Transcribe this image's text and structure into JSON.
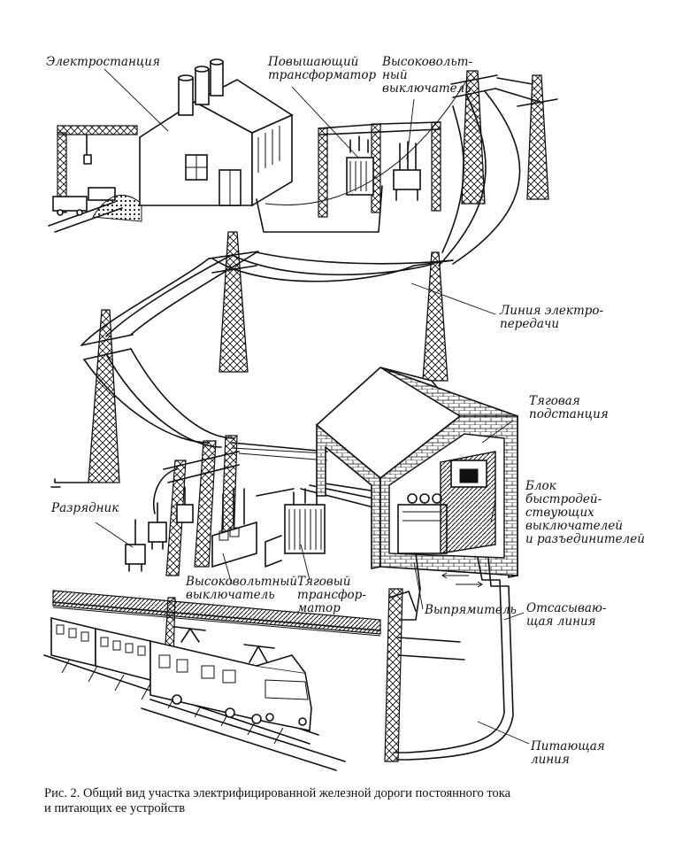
{
  "labels": {
    "power_plant": "Электростанция",
    "step_up_transformer": "Повышающий\nтрансформатор",
    "hv_breaker_top": "Высоковольт-\nный\nвыключатель",
    "transmission_line": "Линия электро-\nпередачи",
    "traction_substation": "Тяговая\nподстанция",
    "fast_breaker_block": "Блок\nбыстродей-\nствующих\nвыключателей\nи разъединителей",
    "arrester": "Разрядник",
    "hv_breaker_bottom": "Высоковольтный\nвыключатель",
    "traction_transformer": "Тяговый\nтрансфор-\nматор",
    "rectifier": "Выпрямитель",
    "return_line": "Отсасываю-\nщая линия",
    "feeder_line": "Питающая\nлиния"
  },
  "caption": "Рис. 2. Общий вид участка электрифицированной железной дороги постоянного тока\nи питающих ее устройств"
}
